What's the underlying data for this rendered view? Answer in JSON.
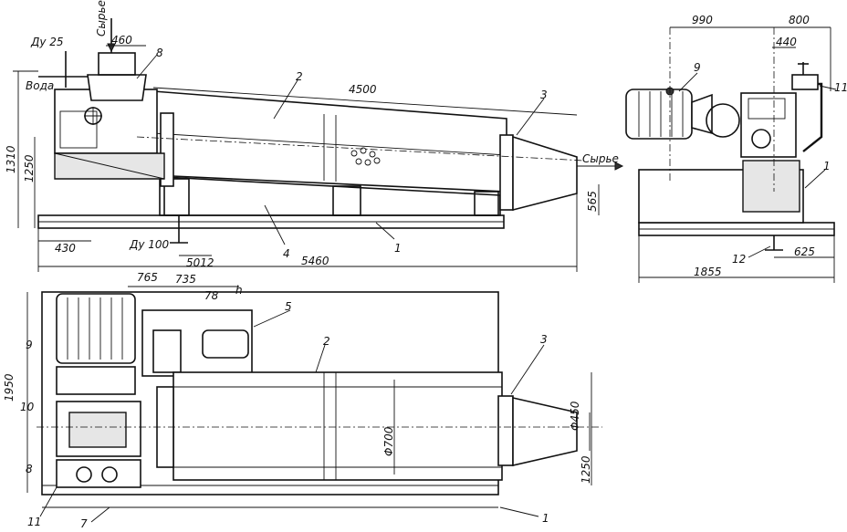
{
  "labels": {
    "syrye_in": "Сырье",
    "du25": "Ду 25",
    "d460": "460",
    "voda": "Вода",
    "n8": "8",
    "n2a": "2",
    "d4500": "4500",
    "n3a": "3",
    "d1310": "1310",
    "d1250a": "1250",
    "syrye_out": "Сырье",
    "d565": "565",
    "d430": "430",
    "du100": "Ду 100",
    "d5012": "5012",
    "n4": "4",
    "n1a": "1",
    "d5460": "5460",
    "d990": "990",
    "d800": "800",
    "d440": "440",
    "n9a": "9",
    "n11a": "11",
    "n1b": "1",
    "n12": "12",
    "d625": "625",
    "d1855": "1855",
    "d765": "765",
    "d735": "735",
    "d78": "78",
    "h": "h",
    "n5": "5",
    "n2b": "2",
    "n3b": "3",
    "n9b": "9",
    "d1950": "1950",
    "n10": "10",
    "phi450": "Φ450",
    "phi700": "Φ700",
    "n8b": "8",
    "d1250b": "1250",
    "n11b": "11",
    "n7": "7",
    "n1c": "1"
  }
}
